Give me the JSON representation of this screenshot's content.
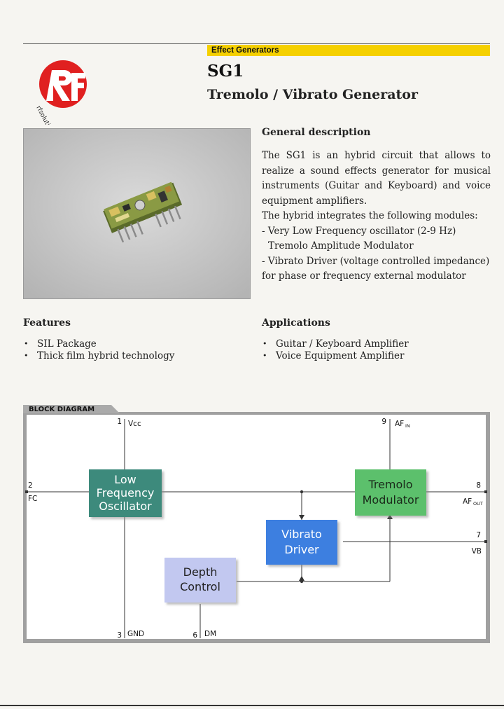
{
  "header": {
    "category": "Effect Generators",
    "title": "SG1",
    "subtitle": "Tremolo / Vibrato Generator"
  },
  "logo": {
    "name": "rf-logo",
    "text": "rfsolutions",
    "color": "#e02020"
  },
  "general_description": {
    "title": "General description",
    "paragraph1": "The SG1 is an hybrid circuit that allows to realize a sound effects generator for musical instruments (Guitar and Keyboard) and voice equipment amplifiers.",
    "paragraph2": "The hybrid integrates the following modules:",
    "item1": "- Very Low Frequency oscillator (2-9 Hz)",
    "item2": "Tremolo Amplitude Modulator",
    "item3": "- Vibrato Driver (voltage controlled impedance) for phase or frequency external modulator"
  },
  "features": {
    "title": "Features",
    "items": [
      "SIL Package",
      "Thick film hybrid technology"
    ]
  },
  "applications": {
    "title": "Applications",
    "items": [
      "Guitar / Keyboard Amplifier",
      "Voice Equipment Amplifier"
    ]
  },
  "block_diagram": {
    "title": "BLOCK DIAGRAM",
    "blocks": {
      "oscillator": [
        "Low",
        "Frequency",
        "Oscillator"
      ],
      "tremolo": [
        "Tremolo",
        "Modulator"
      ],
      "vibrato": [
        "Vibrato",
        "Driver"
      ],
      "depth": [
        "Depth",
        "Control"
      ]
    },
    "pins": {
      "vcc": {
        "num": "1",
        "label": "Vcc"
      },
      "fc": {
        "num": "2",
        "label": "FC"
      },
      "gnd": {
        "num": "3",
        "label": "GND"
      },
      "dm": {
        "num": "6",
        "label": "DM"
      },
      "vb": {
        "num": "7",
        "label": "VB"
      },
      "af_out": {
        "num": "8",
        "label": "AF",
        "sub": "OUT"
      },
      "af_in": {
        "num": "9",
        "label": "AF",
        "sub": "IN"
      }
    },
    "colors": {
      "oscillator": "#3d8a7c",
      "tremolo": "#5cc06c",
      "vibrato": "#3d7fe0",
      "depth": "#c2c8f0",
      "tab": "#aaaaaa",
      "panel": "#ffffff",
      "frame": "#a0a0a0"
    }
  }
}
